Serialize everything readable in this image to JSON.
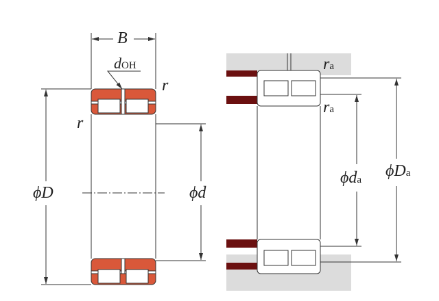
{
  "colors": {
    "ring_fill": "#d9583a",
    "shaft_fill": "#6b1010",
    "housing_fill": "#dcdcdc",
    "line": "#333333"
  },
  "left_view": {
    "width_label": "B",
    "oil_hole_label": {
      "main": "d",
      "sub": "OH"
    },
    "chamfer_top": "r",
    "chamfer_left": "r",
    "outer_diameter": {
      "phi": "ϕ",
      "main": "D"
    },
    "bore_diameter": {
      "phi": "ϕ",
      "main": "d"
    }
  },
  "right_view": {
    "fillet_top": {
      "main": "r",
      "sub": "a"
    },
    "fillet_inner": {
      "main": "r",
      "sub": "a"
    },
    "shaft_shoulder_diameter": {
      "phi": "ϕ",
      "main": "d",
      "sub": "a"
    },
    "housing_shoulder_diameter": {
      "phi": "ϕ",
      "main": "D",
      "sub": "a"
    }
  }
}
